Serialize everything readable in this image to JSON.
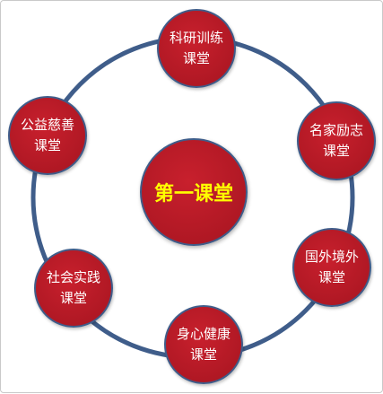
{
  "diagram": {
    "center": {
      "label": "第一课堂"
    },
    "nodes": [
      {
        "line1": "科研训练",
        "line2": "课堂"
      },
      {
        "line1": "名家励志",
        "line2": "课堂"
      },
      {
        "line1": "国外境外",
        "line2": "课堂"
      },
      {
        "line1": "身心健康",
        "line2": "课堂"
      },
      {
        "line1": "社会实践",
        "line2": "课堂"
      },
      {
        "line1": "公益慈善",
        "line2": "课堂"
      }
    ]
  },
  "colors": {
    "node_fill": "#b81c28",
    "ring": "#3f5d8a",
    "node_text": "#ffffff",
    "center_text": "#ffff00"
  }
}
